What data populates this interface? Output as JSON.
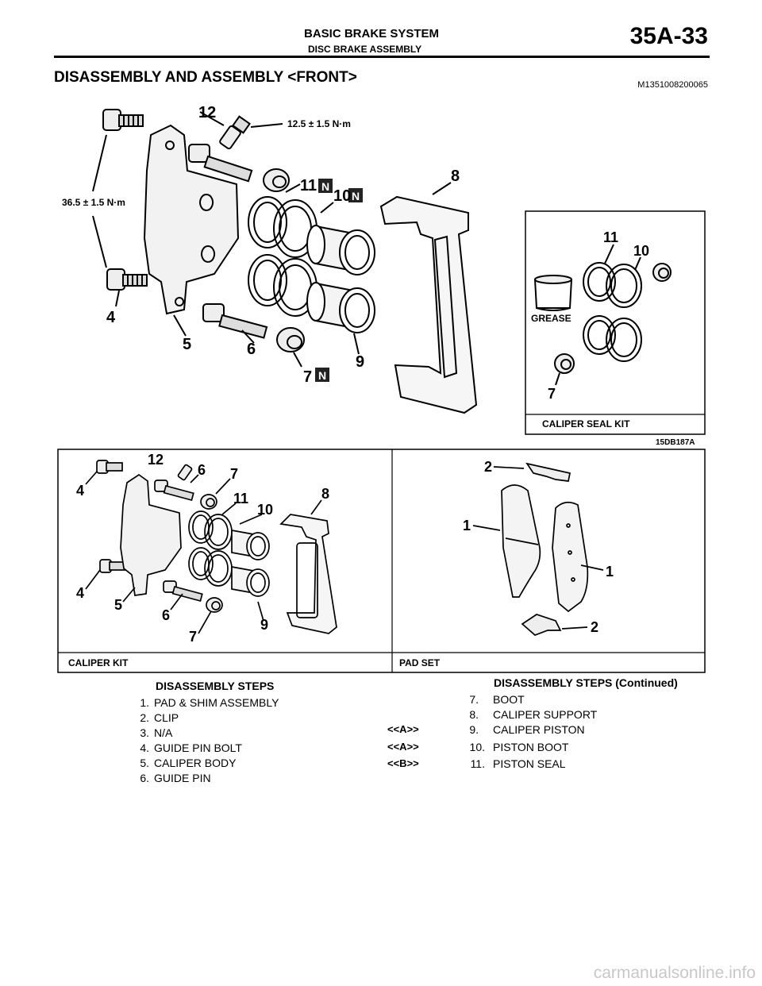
{
  "header": {
    "title": "BASIC BRAKE SYSTEM",
    "subtitle": "DISC BRAKE ASSEMBLY",
    "page": "35A-33"
  },
  "section": {
    "title": "DISASSEMBLY AND ASSEMBLY <FRONT>",
    "ref_code": "M1351008200065"
  },
  "figure": {
    "torque_upper": "12.5 ± 1.5 N·m",
    "torque_lower": "36.5 ± 1.5 N·m",
    "new_part_mark": "N",
    "grease_label": "GREASE",
    "seal_kit_label": "CALIPER SEAL KIT",
    "figure_code": "15DB187A",
    "caliper_kit_label": "CALIPER KIT",
    "pad_set_label": "PAD SET",
    "callouts": {
      "c1": "1",
      "c2": "2",
      "c4": "4",
      "c5": "5",
      "c6": "6",
      "c7": "7",
      "c8": "8",
      "c9": "9",
      "c10": "10",
      "c11": "11",
      "c12": "12"
    }
  },
  "steps_left": {
    "heading": "DISASSEMBLY STEPS",
    "items": [
      {
        "num": "1.",
        "text": "PAD & SHIM ASSEMBLY"
      },
      {
        "num": "2.",
        "text": "CLIP"
      },
      {
        "num": "3.",
        "text": "N/A"
      },
      {
        "num": "4.",
        "text": "GUIDE PIN BOLT"
      },
      {
        "num": "5.",
        "text": "CALIPER BODY"
      },
      {
        "num": "6.",
        "text": "GUIDE PIN"
      }
    ]
  },
  "steps_right": {
    "heading": "DISASSEMBLY STEPS (Continued)",
    "items": [
      {
        "num": "7.",
        "text": "BOOT",
        "tag": ""
      },
      {
        "num": "8.",
        "text": "CALIPER SUPPORT",
        "tag": ""
      },
      {
        "num": "9.",
        "text": "CALIPER PISTON",
        "tag": "<<A>>"
      },
      {
        "num": "10.",
        "text": "PISTON BOOT",
        "tag": "<<A>>"
      },
      {
        "num": "11.",
        "text": "PISTON SEAL",
        "tag": "<<B>>"
      }
    ]
  },
  "watermark": "carmanualsonline.info"
}
